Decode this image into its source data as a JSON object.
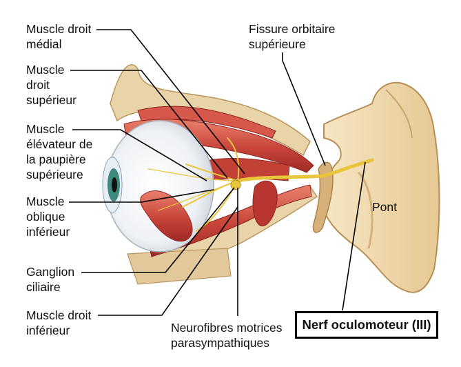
{
  "labels": {
    "muscle_droit_medial": "Muscle droit\nmédial",
    "muscle_droit_superieur": "Muscle\ndroit\nsupérieur",
    "muscle_elevateur": "Muscle\nélévateur de\nla paupière\nsupérieure",
    "muscle_oblique_inferieur": "Muscle\noblique\ninférieur",
    "ganglion_ciliaire": "Ganglion\nciliaire",
    "muscle_droit_inferieur": "Muscle droit\ninférieur",
    "neurofibres": "Neurofibres motrices\nparasympathiques",
    "fissure_orbitaire": "Fissure orbitaire\nsupérieure",
    "pont": "Pont",
    "nerf_oculomoteur": "Nerf oculomoteur (III)"
  },
  "colors": {
    "muscle": "#c7443a",
    "muscle_light": "#e07a68",
    "nerve": "#e8c53a",
    "bone": "#e9d3a8",
    "brainstem": "#f3dfb8"
  }
}
